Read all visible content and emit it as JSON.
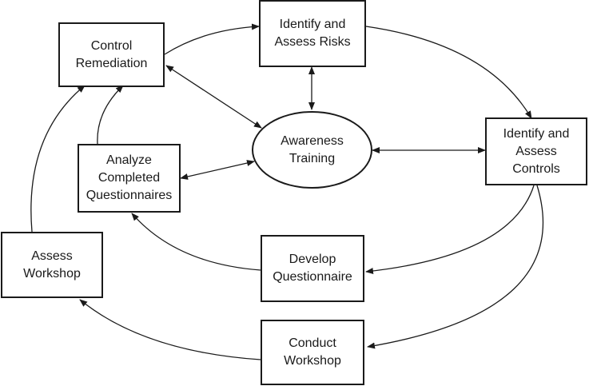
{
  "nodes": {
    "control_remediation": "Control\nRemediation",
    "identify_assess_risks": "Identify and\nAssess Risks",
    "awareness_training": "Awareness\nTraining",
    "identify_assess_controls": "Identify and\nAssess\nControls",
    "analyze_questionnaires": "Analyze\nCompleted\nQuestionnaires",
    "assess_workshop": "Assess\nWorkshop",
    "develop_questionnaire": "Develop\nQuestionnaire",
    "conduct_workshop": "Conduct\nWorkshop"
  },
  "colors": {
    "stroke": "#1a1a1a",
    "background": "#ffffff"
  }
}
